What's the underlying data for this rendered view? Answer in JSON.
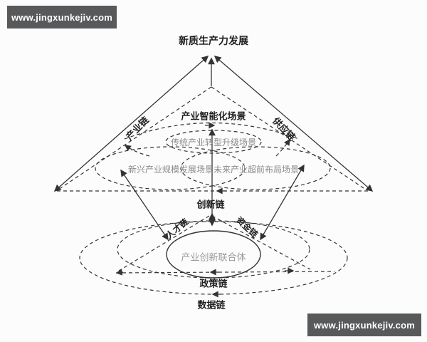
{
  "watermark": {
    "top_left": "www.jingxunkejiv.com",
    "bottom_right": "www.jingxunkejiv.com"
  },
  "diagram": {
    "title": "新质生产力发展",
    "axes": {
      "left": "产业链",
      "right": "供应链"
    },
    "scenario_layer": {
      "heading": "产业智能化场景",
      "scenarios": [
        "传统产业转型升级场景",
        "新兴产业规模发展场景",
        "未来产业超前布局场景"
      ]
    },
    "chains": {
      "innovation": "创新链",
      "talent": "人才链",
      "capital": "资金链",
      "policy": "政策链",
      "data": "数据链"
    },
    "core": "产业创新联合体",
    "colors": {
      "line": "#333333",
      "muted_text": "#8b8b8b",
      "banner_bg": "#58595a",
      "banner_text": "#ffffff",
      "background": "#fcfcfc"
    }
  }
}
